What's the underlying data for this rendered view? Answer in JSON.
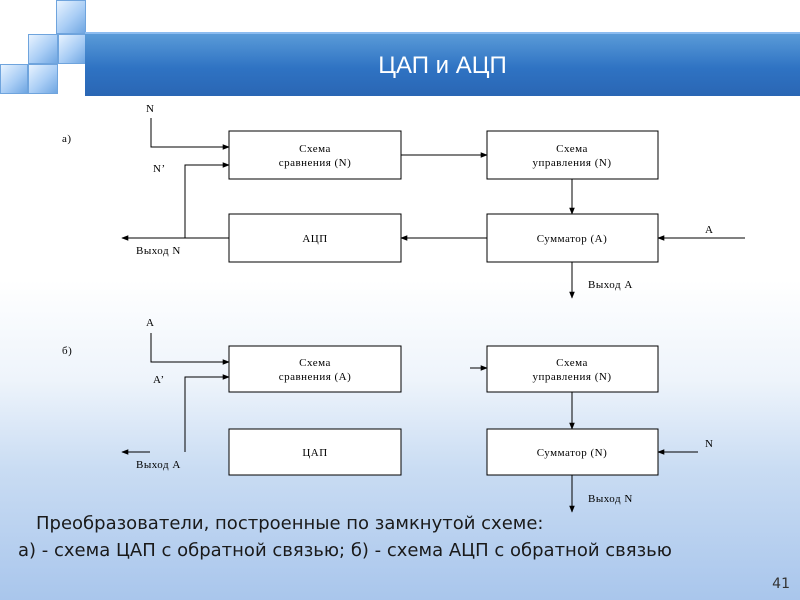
{
  "slide": {
    "title": "ЦАП и АЦП",
    "page_number": "41",
    "caption_line1": "Преобразователи, построенные по замкнутой схеме:",
    "caption_line2": "а) - схема ЦАП с обратной связью; б) - схема АЦП с обратной связью"
  },
  "diagram_a": {
    "label": "а)",
    "block_compare_line1": "Схема",
    "block_compare_line2": "сравнения (N)",
    "block_control_line1": "Схема",
    "block_control_line2": "управления (N)",
    "block_adc": "АЦП",
    "block_adder": "Сумматор (А)",
    "input_top": "N",
    "feedback": "N’",
    "output_left": "Выход N",
    "input_right": "А",
    "output_bottom": "Выход А"
  },
  "diagram_b": {
    "label": "б)",
    "block_compare_line1": "Схема",
    "block_compare_line2": "сравнения (А)",
    "block_control_line1": "Схема",
    "block_control_line2": "управления (N)",
    "block_dac": "ЦАП",
    "block_adder": "Сумматор (N)",
    "input_top": "А",
    "feedback": "А’",
    "output_left": "Выход А",
    "input_right": "N",
    "output_bottom": "Выход N"
  }
}
